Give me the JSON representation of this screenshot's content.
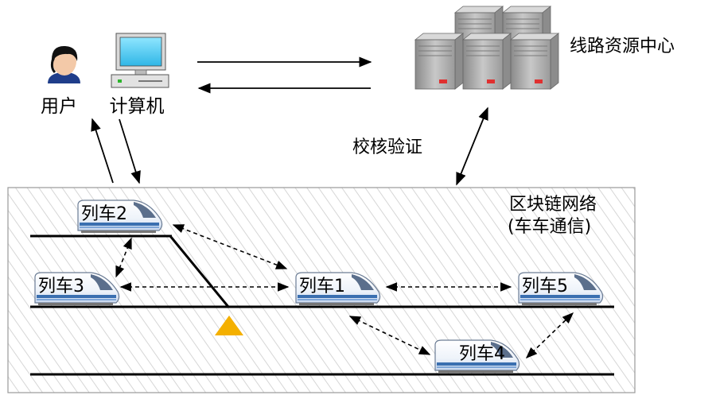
{
  "nodes": {
    "user_label": "用户",
    "computer_label": "计算机",
    "server_center_label": "线路资源中心",
    "verify_label": "校核验证",
    "network_title": "区块链网络",
    "network_subtitle": "(车车通信)"
  },
  "trains": [
    {
      "id": "train1",
      "label": "列车1"
    },
    {
      "id": "train2",
      "label": "列车2"
    },
    {
      "id": "train3",
      "label": "列车3"
    },
    {
      "id": "train4",
      "label": "列车4"
    },
    {
      "id": "train5",
      "label": "列车5"
    }
  ],
  "colors": {
    "hatch": "#cfcfcf",
    "train_stripe": "#3a6fb0",
    "signal": "#f4b000",
    "server_light": "#e03030"
  }
}
